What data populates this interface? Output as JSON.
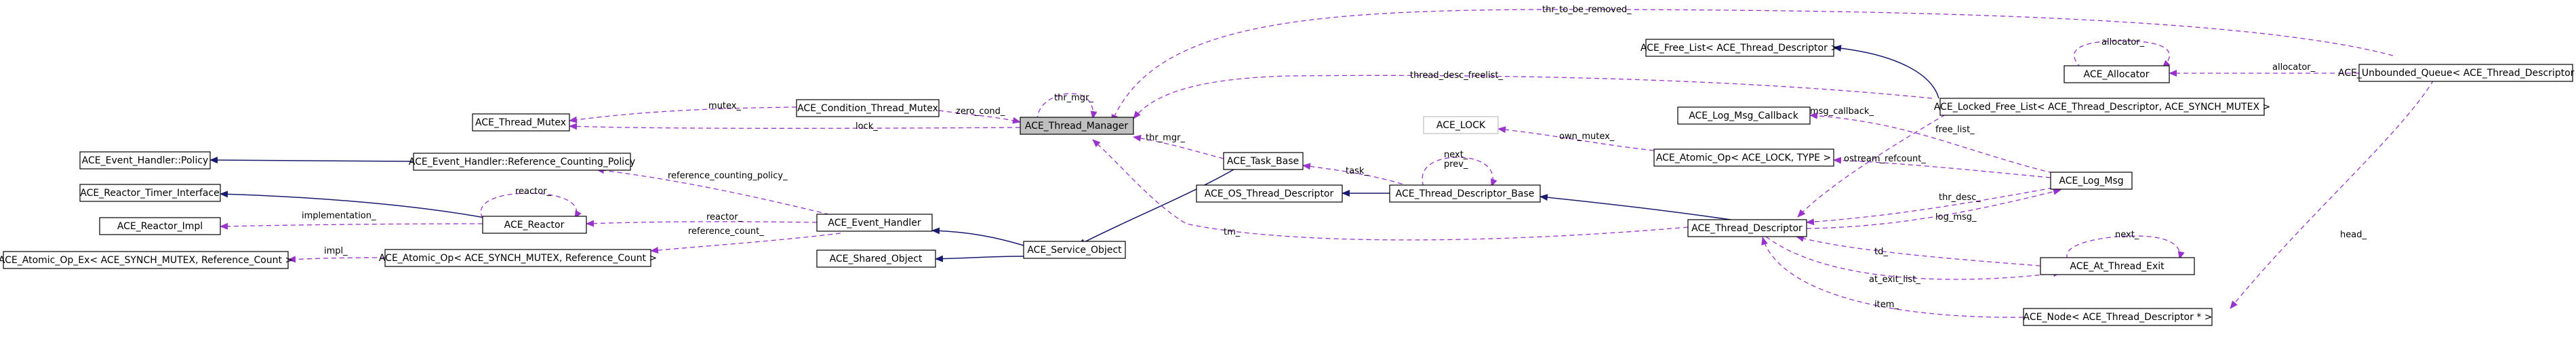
{
  "colors": {
    "inherit_edge": "#191970",
    "member_edge": "#9a32cd",
    "focus_fill": "#bfbfbf"
  },
  "nodes": {
    "ace_thread_manager": "ACE_Thread_Manager",
    "ace_thread_mutex": "ACE_Thread_Mutex",
    "ace_condition_thread_mutex": "ACE_Condition_Thread_Mutex",
    "ace_event_handler_policy": "ACE_Event_Handler::Policy",
    "ace_event_handler_reference_counting_policy": "ACE_Event_Handler::Reference_Counting_Policy",
    "ace_reactor_timer_interface": "ACE_Reactor_Timer_Interface",
    "ace_reactor": "ACE_Reactor",
    "ace_reactor_impl": "ACE_Reactor_Impl",
    "ace_atomic_op_ex": "ACE_Atomic_Op_Ex< ACE_SYNCH_MUTEX, Reference_Count >",
    "ace_atomic_op_sync": "ACE_Atomic_Op< ACE_SYNCH_MUTEX, Reference_Count >",
    "ace_event_handler": "ACE_Event_Handler",
    "ace_shared_object": "ACE_Shared_Object",
    "ace_service_object": "ACE_Service_Object",
    "ace_task_base": "ACE_Task_Base",
    "ace_os_thread_descriptor": "ACE_OS_Thread_Descriptor",
    "ace_thread_descriptor_base": "ACE_Thread_Descriptor_Base",
    "ace_lock": "ACE_LOCK",
    "ace_atomic_op_lock": "ACE_Atomic_Op< ACE_LOCK, TYPE >",
    "ace_log_msg_callback": "ACE_Log_Msg_Callback",
    "ace_free_list": "ACE_Free_List< ACE_Thread_Descriptor >",
    "ace_locked_free_list": "ACE_Locked_Free_List< ACE_Thread_Descriptor, ACE_SYNCH_MUTEX >",
    "ace_thread_descriptor": "ACE_Thread_Descriptor",
    "ace_log_msg": "ACE_Log_Msg",
    "ace_at_thread_exit": "ACE_At_Thread_Exit",
    "ace_allocator": "ACE_Allocator",
    "ace_unbounded_queue": "ACE_Unbounded_Queue< ACE_Thread_Descriptor * >",
    "ace_node": "ACE_Node< ACE_Thread_Descriptor * >"
  },
  "edge_labels": {
    "thr_to_be_removed": "thr_to_be_removed_",
    "thread_desc_freelist": "thread_desc_freelist_",
    "thr_mgr_self": "thr_mgr_",
    "zero_cond": "zero_cond_",
    "mutex": "mutex_",
    "lock": "lock_",
    "thr_mgr_task": "thr_mgr_",
    "reference_counting_policy": "reference_counting_policy_",
    "reactor_self": "reactor_",
    "implementation": "implementation_",
    "reactor": "reactor_",
    "reference_count": "reference_count_",
    "impl": "impl_",
    "task": "task_",
    "tm": "tm_",
    "next_prev": "next_\nprev_",
    "own_mutex": "own_mutex_",
    "msg_callback": "msg_callback_",
    "free_list": "free_list_",
    "ostream_refcount": "ostream_refcount_",
    "thr_desc": "thr_desc_",
    "log_msg": "log_msg_",
    "td": "td_",
    "at_exit_list": "at_exit_list_",
    "next": "next_",
    "item": "item_",
    "head": "head_",
    "allocator": "allocator_",
    "allocator_self": "allocator_"
  }
}
